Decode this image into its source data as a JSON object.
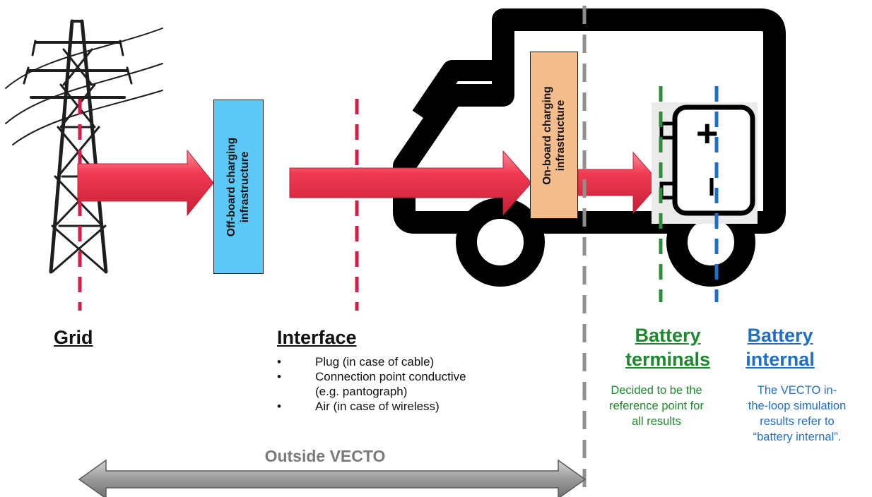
{
  "colors": {
    "grid_line": "#d81b47",
    "green_line": "#2e8b3e",
    "blue_line": "#1f6fc8",
    "gray_line": "#8f8f8f",
    "off_board_box": "#5bc8f5",
    "on_board_box": "#f5bd8c",
    "flow_arrow": "#f03a52",
    "outside_arrow": "#9a9a9a",
    "battery_terminals_text": "#1c8a2c",
    "battery_internal_text": "#1f6fc8"
  },
  "icons": [
    "transmission-tower-icon",
    "truck-icon",
    "battery-icon"
  ],
  "boxes": {
    "off_board": "Off-board charging\ninfrastructure",
    "on_board": "On-board charging\ninfrastructure"
  },
  "battery": {
    "plus": "+",
    "minus": "I"
  },
  "labels": {
    "grid": "Grid",
    "interface": "Interface",
    "interface_items": [
      "Plug (in case of cable)",
      "Connection point conductive\n(e.g. pantograph)",
      "Air (in case of wireless)"
    ],
    "battery_terminals": "Battery\nterminals",
    "battery_terminals_note": "Decided to be the\nreference point for\nall results",
    "battery_internal": "Battery\ninternal",
    "battery_internal_note": "The VECTO in-\nthe-loop simulation\nresults refer to\n“battery internal”.",
    "outside_vecto": "Outside VECTO"
  }
}
